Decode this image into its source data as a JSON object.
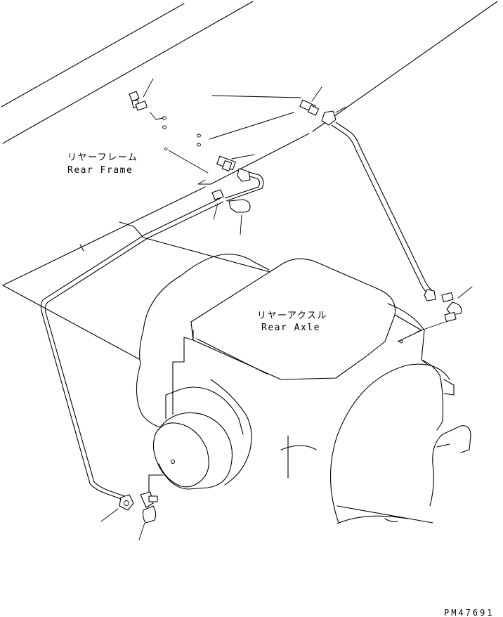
{
  "labels": {
    "rear_frame_jp": "リヤーフレーム",
    "rear_frame_en": "Rear Frame",
    "rear_axle_jp": "リヤーアクスル",
    "rear_axle_en": "Rear Axle",
    "drawing_code": "PM47691"
  }
}
